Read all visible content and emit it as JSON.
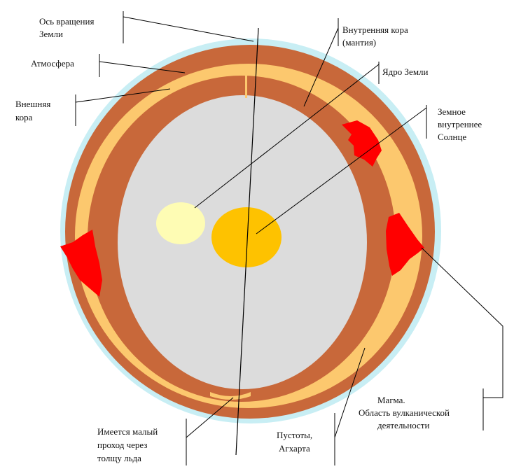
{
  "labels": {
    "axis_line1": "Ось вращения",
    "axis_line2": "Земли",
    "atmosphere": "Атмосфера",
    "outer_crust_line1": "Внешняя",
    "outer_crust_line2": "кора",
    "inner_crust_line1": "Внутренняя кора",
    "inner_crust_line2": "(мантия)",
    "core": "Ядро Земли",
    "inner_sun_line1": "Земное",
    "inner_sun_line2": "внутреннее",
    "inner_sun_line3": "Солнце",
    "passage_line1": "Имеется малый",
    "passage_line2": "проход через",
    "passage_line3": "толщу льда",
    "voids_line1": "Пустоты,",
    "voids_line2": "Агхарта",
    "magma_line1": "Магма.",
    "magma_line2": "Область вулканической",
    "magma_line3": "деятельности"
  },
  "colors": {
    "atmosphere": "#c8eef4",
    "crust": "#c8683a",
    "void_layer": "#fcc86e",
    "interior": "#dcdcdc",
    "core": "#fefcb4",
    "inner_sun": "#fec200",
    "magma": "#ff0000",
    "line": "#000000"
  }
}
